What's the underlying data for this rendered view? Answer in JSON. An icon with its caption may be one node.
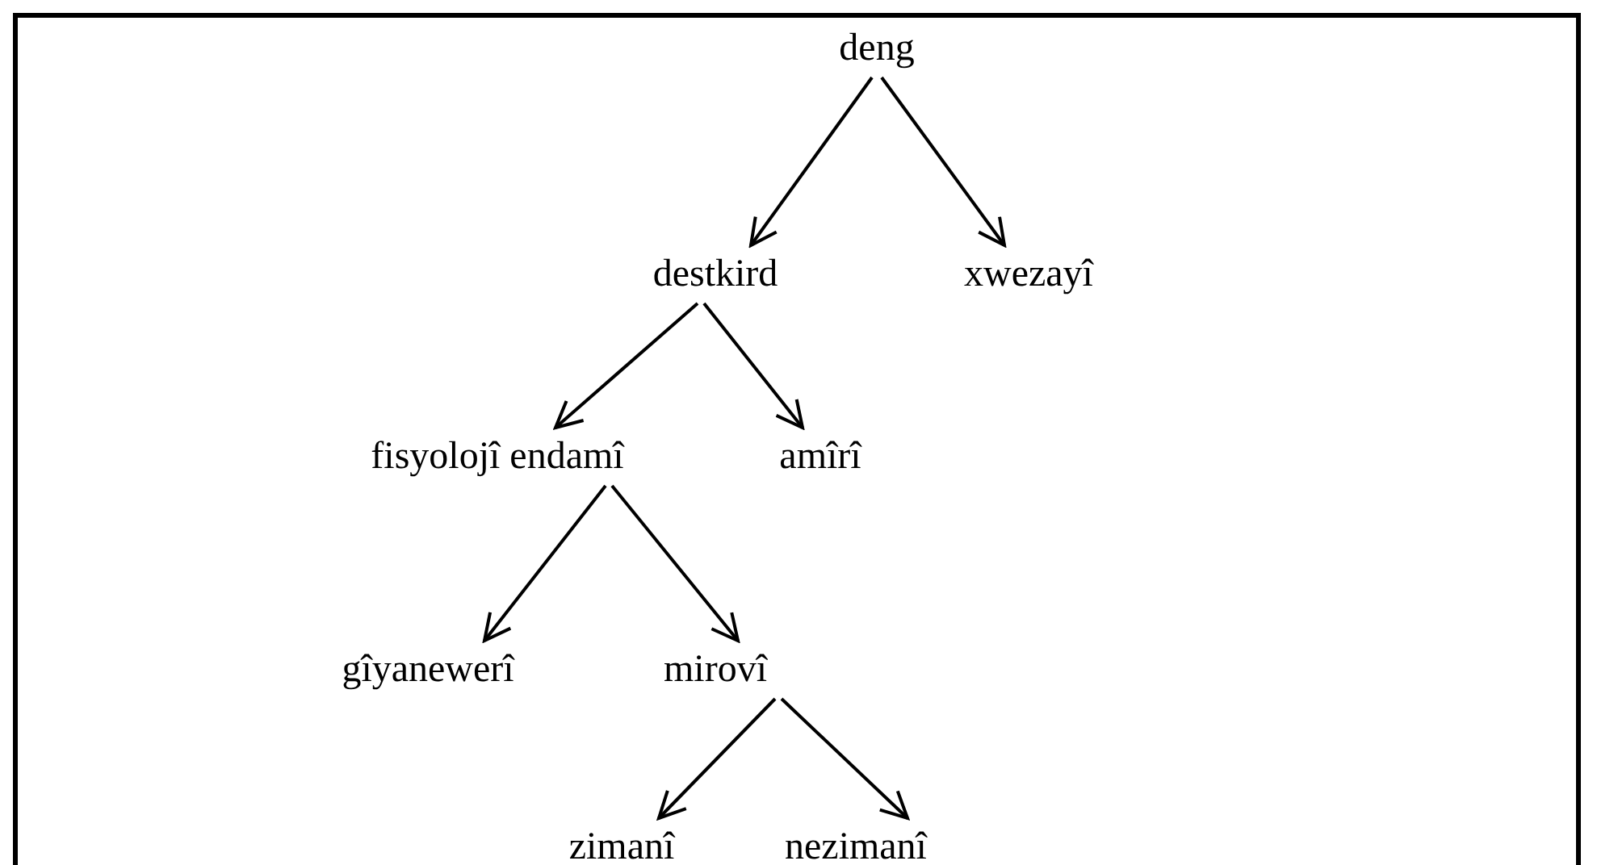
{
  "diagram": {
    "nodes": [
      {
        "text": [
          "deng"
        ]
      },
      {
        "text": [
          "destkird"
        ]
      },
      {
        "text": [
          "xwezayî"
        ]
      },
      {
        "text": [
          "fisyolojî endamî"
        ]
      },
      {
        "text": [
          "amîrî"
        ]
      },
      {
        "text": [
          "gîyanewerî"
        ]
      },
      {
        "text": [
          "mirovî"
        ]
      },
      {
        "text": [
          "zimanî"
        ]
      },
      {
        "text": [
          "nezimanî"
        ]
      }
    ],
    "edges": [
      {
        "from": 0,
        "to": 1,
        "arrow": "to"
      },
      {
        "from": 0,
        "to": 2,
        "arrow": "to"
      },
      {
        "from": 1,
        "to": 3,
        "arrow": "to"
      },
      {
        "from": 1,
        "to": 4,
        "arrow": "to"
      },
      {
        "from": 3,
        "to": 5,
        "arrow": "to"
      },
      {
        "from": 3,
        "to": 6,
        "arrow": "to"
      },
      {
        "from": 6,
        "to": 7,
        "arrow": "to"
      },
      {
        "from": 6,
        "to": 8,
        "arrow": "to"
      }
    ]
  }
}
